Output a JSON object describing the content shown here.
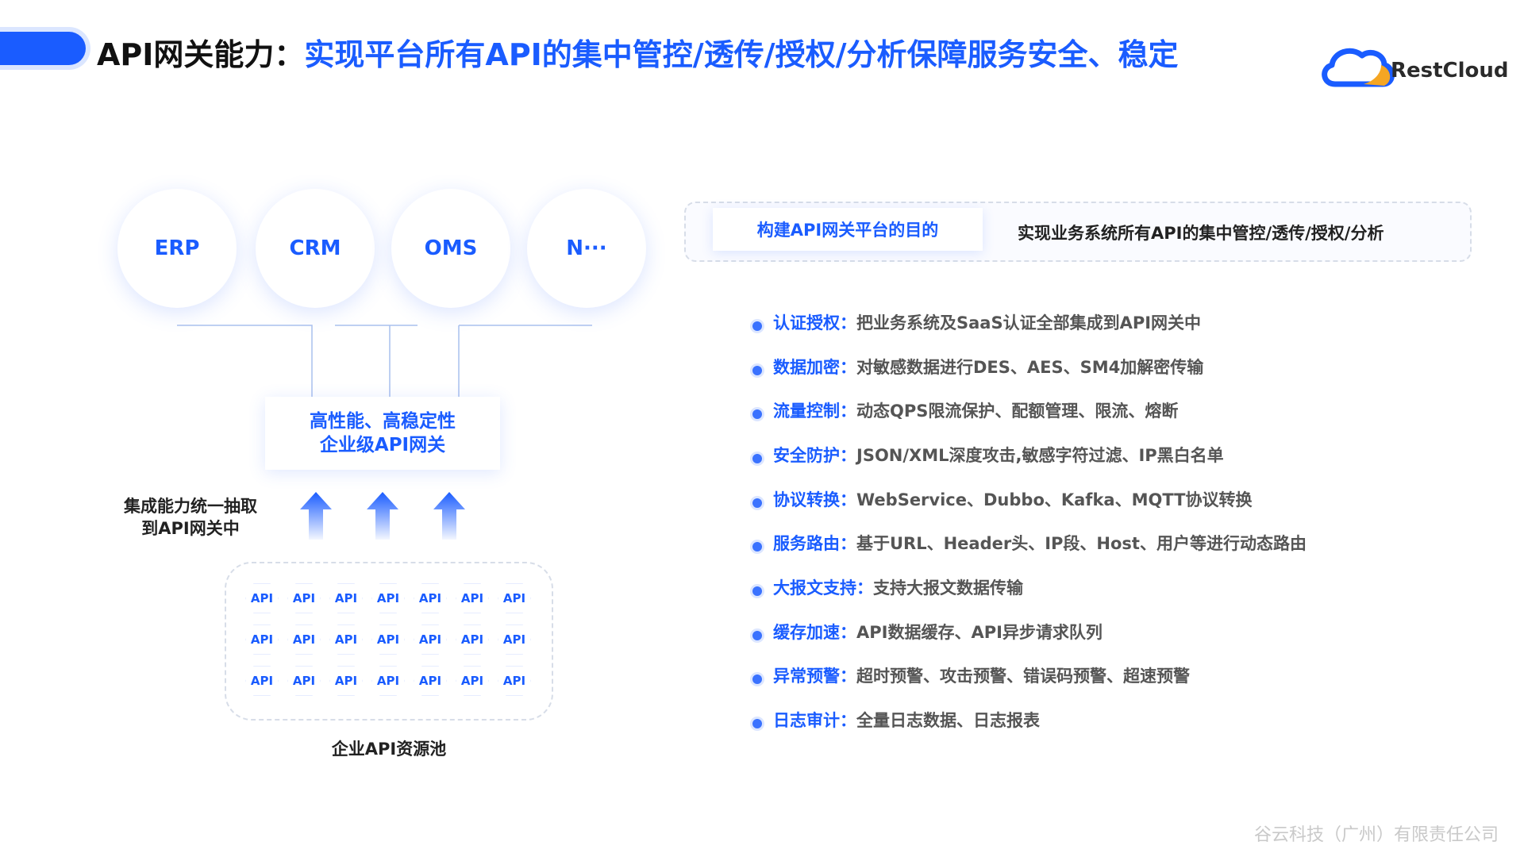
{
  "header": {
    "title_prefix": "API网关能力：",
    "title_main": "实现平台所有API的集中管控/透传/授权/分析保障服务安全、稳定",
    "logo_text": "RestCloud",
    "logo_icon": "cloud-logo-icon"
  },
  "systems": [
    "ERP",
    "CRM",
    "OMS",
    "N···"
  ],
  "gateway": {
    "line1": "高性能、高稳定性",
    "line2": "企业级API网关"
  },
  "integration_label": {
    "line1": "集成能力统一抽取",
    "line2": "到API网关中"
  },
  "pool": {
    "rows": [
      [
        "API",
        "API",
        "API",
        "API",
        "API",
        "API",
        "API"
      ],
      [
        "API",
        "API",
        "API",
        "API",
        "API",
        "API",
        "API"
      ],
      [
        "API",
        "API",
        "API",
        "API",
        "API",
        "API",
        "API"
      ]
    ],
    "label": "企业API资源池"
  },
  "purpose": {
    "tag": "构建API网关平台的目的",
    "text": "实现业务系统所有API的集中管控/透传/授权/分析"
  },
  "features": [
    {
      "name": "认证授权：",
      "desc": "把业务系统及SaaS认证全部集成到API网关中"
    },
    {
      "name": "数据加密：",
      "desc": "对敏感数据进行DES、AES、SM4加解密传输"
    },
    {
      "name": "流量控制：",
      "desc": "动态QPS限流保护、配额管理、限流、熔断"
    },
    {
      "name": "安全防护：",
      "desc": "JSON/XML深度攻击,敏感字符过滤、IP黑白名单"
    },
    {
      "name": "协议转换：",
      "desc": "WebService、Dubbo、Kafka、MQTT协议转换"
    },
    {
      "name": "服务路由：",
      "desc": "基于URL、Header头、IP段、Host、用户等进行动态路由"
    },
    {
      "name": "大报文支持：",
      "desc": "支持大报文数据传输"
    },
    {
      "name": "缓存加速：",
      "desc": "API数据缓存、API异步请求队列"
    },
    {
      "name": "异常预警：",
      "desc": "超时预警、攻击预警、错误码预警、超速预警"
    },
    {
      "name": "日志审计：",
      "desc": "全量日志数据、日志报表"
    }
  ],
  "footer": "谷云科技（广州）有限责任公司",
  "colors": {
    "accent": "#1a5cff",
    "logo_orange": "#f5a623"
  }
}
